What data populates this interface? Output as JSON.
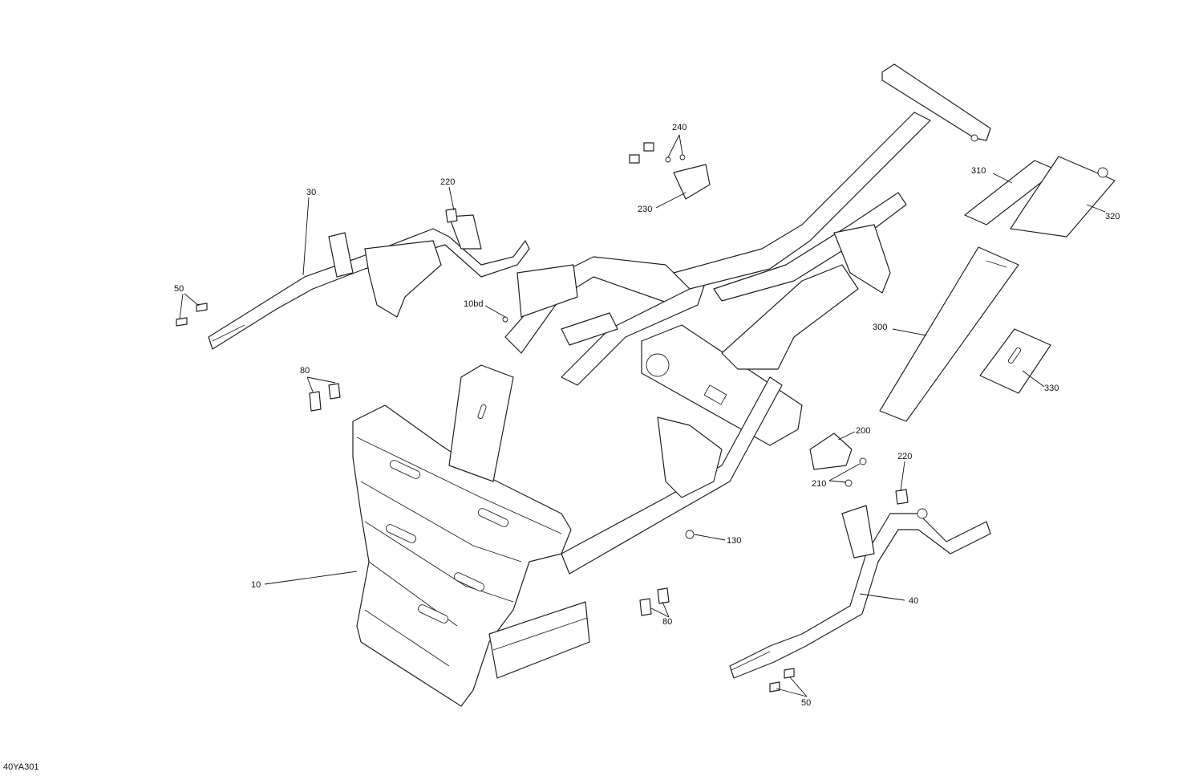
{
  "diagram": {
    "drawing_id": "40YA301",
    "callouts": {
      "c10": "10",
      "c10bd": "10bd",
      "c30": "30",
      "c40": "40",
      "c50a": "50",
      "c50b": "50",
      "c80a": "80",
      "c80b": "80",
      "c130": "130",
      "c200": "200",
      "c210": "210",
      "c220a": "220",
      "c220b": "220",
      "c230": "230",
      "c240": "240",
      "c300": "300",
      "c310": "310",
      "c320": "320",
      "c330": "330"
    }
  }
}
